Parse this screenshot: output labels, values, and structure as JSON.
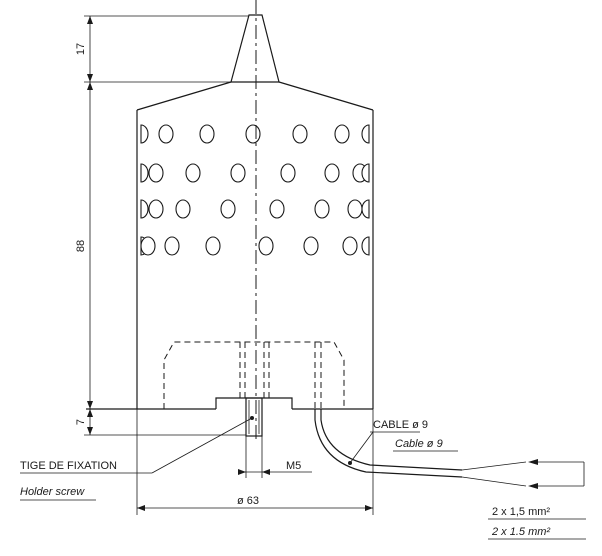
{
  "dimensions": {
    "top_height": "17",
    "body_height": "88",
    "base_height": "7",
    "thread": "M5",
    "diameter": "ø 63"
  },
  "labels": {
    "cable_fr": "CABLE ø 9",
    "cable_en": "Cable ø 9",
    "holder_fr": "TIGE DE FIXATION",
    "holder_en": "Holder screw",
    "wires_fr": "2 x 1,5 mm²",
    "wires_en": "2 x 1.5 mm²"
  }
}
